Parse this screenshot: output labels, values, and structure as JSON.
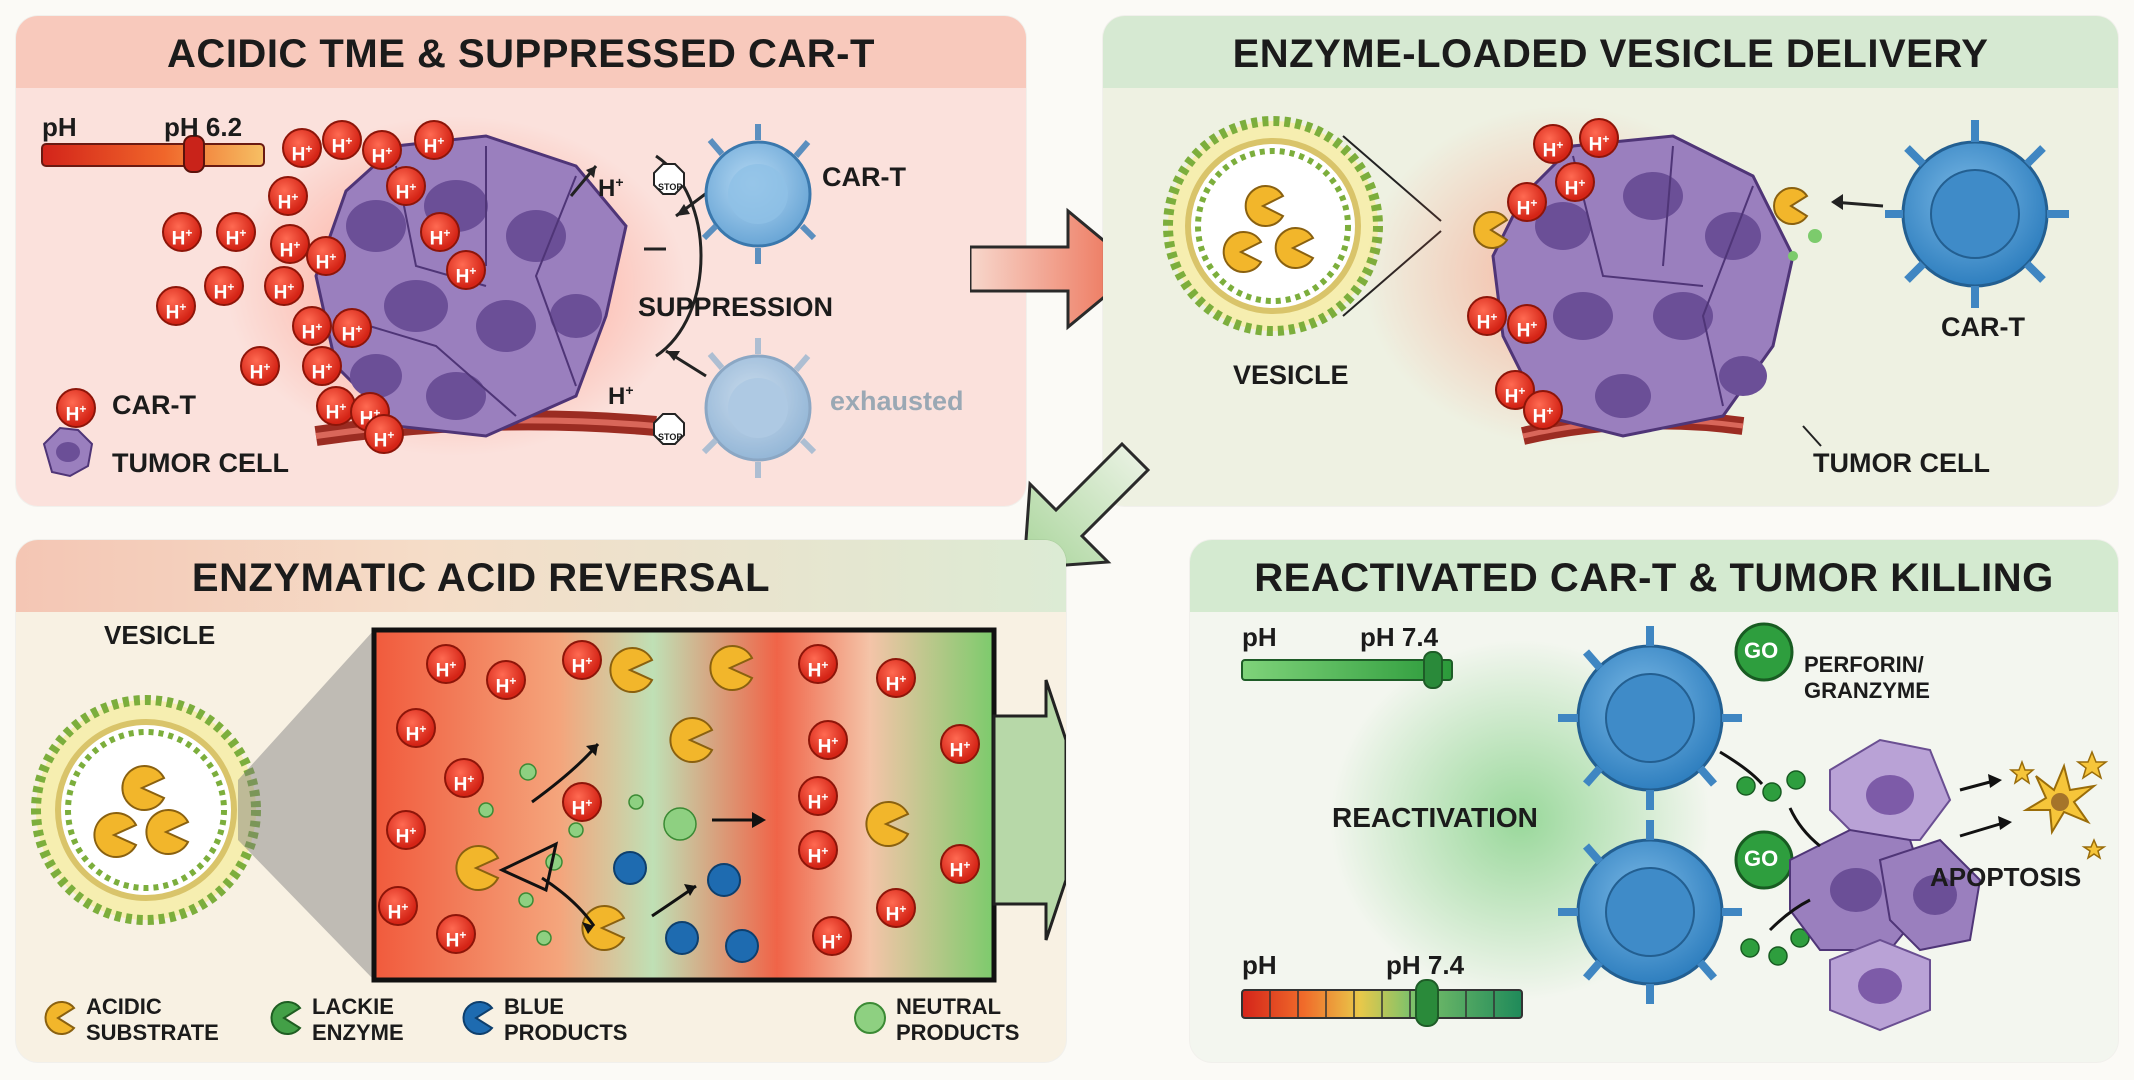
{
  "panels": {
    "acidic": {
      "title": "ACIDIC TME & SUPPRESSED CAR-T",
      "ph_label": "pH",
      "ph_value": "pH 6.2",
      "proton_label": "H+",
      "car_t_label": "CAR-T",
      "stop_label": "STOP",
      "suppression_label": "SUPPRESSION",
      "exhausted_label": "exhausted",
      "legend_car_t": "CAR-T",
      "legend_tumor": "TUMOR CELL"
    },
    "delivery": {
      "title": "ENZYME-LOADED VESICLE DELIVERY",
      "vesicle_label": "VESICLE",
      "car_t_label": "CAR-T",
      "tumor_label": "TUMOR CELL"
    },
    "reversal": {
      "title": "ENZYMATIC ACID REVERSAL",
      "vesicle_label": "VESICLE",
      "legend": [
        {
          "line1": "ACIDIC",
          "line2": "SUBSTRATE",
          "color": "#f2b62b"
        },
        {
          "line1": "LACKIE",
          "line2": "ENZYME",
          "color": "#43a047"
        },
        {
          "line1": "BLUE",
          "line2": "PRODUCTS",
          "color": "#1e6bb0"
        },
        {
          "line1": "NEUTRAL",
          "line2": "PRODUCTS",
          "color": "#8ed081"
        }
      ]
    },
    "killing": {
      "title": "REACTIVATED CAR-T & TUMOR KILLING",
      "ph_top_label": "pH",
      "ph_top_value": "pH 7.4",
      "ph_bottom_label": "pH",
      "ph_bottom_value": "pH 7.4",
      "reactivation_label": "REACTIVATION",
      "go_label": "GO",
      "perforin_line1": "PERFORIN/",
      "perforin_line2": "GRANZYME",
      "apoptosis_label": "APOPTOSIS"
    }
  },
  "colors": {
    "proton_red": "#d42416",
    "car_t_blue": "#3a8dcc",
    "tumor_purple": "#9a7fbe",
    "substrate_yellow": "#f2b62b",
    "enzyme_green": "#43a047",
    "go_green": "#2e9e3e"
  },
  "icons": [
    "proton-icon",
    "car-t-cell-icon",
    "tumor-cell-icon",
    "stop-sign-icon",
    "vesicle-icon",
    "pacman-enzyme-icon",
    "flow-arrow-icon",
    "star-burst-icon"
  ]
}
